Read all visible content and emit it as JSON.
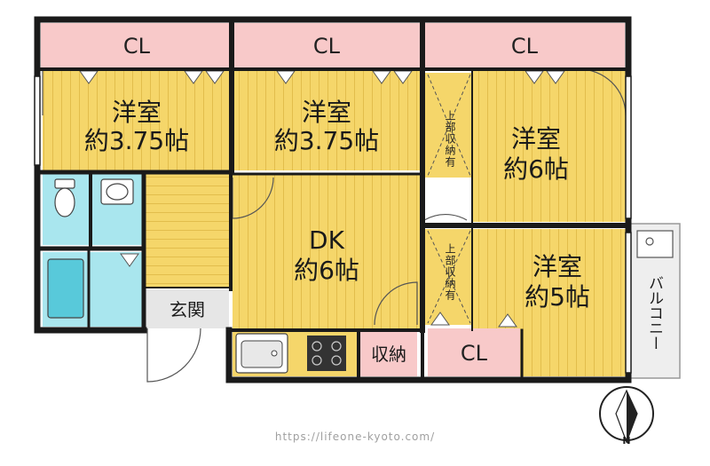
{
  "rooms": {
    "western1": {
      "name": "洋室",
      "size": "約3.75帖"
    },
    "western2": {
      "name": "洋室",
      "size": "約3.75帖"
    },
    "western3": {
      "name": "洋室",
      "size": "約6帖"
    },
    "western4": {
      "name": "洋室",
      "size": "約5帖"
    },
    "dk": {
      "name": "DK",
      "size": "約6帖"
    }
  },
  "closets": {
    "cl1": "CL",
    "cl2": "CL",
    "cl3": "CL",
    "cl4": "CL",
    "storage": "収納",
    "upper_storage_1": "上部収納有",
    "upper_storage_2": "上部収納有"
  },
  "entrance": "玄関",
  "balcony": "バルコニー",
  "compass": {
    "north": "N"
  },
  "watermark": "https://lifeone-kyoto.com/",
  "colors": {
    "wood_floor": "#f5d66a",
    "closet": "#f8c9c9",
    "wet_area": "#a9e6ee",
    "wall": "#1a1a1a",
    "balcony": "#eeeeee",
    "entrance": "#e6e6e6"
  }
}
